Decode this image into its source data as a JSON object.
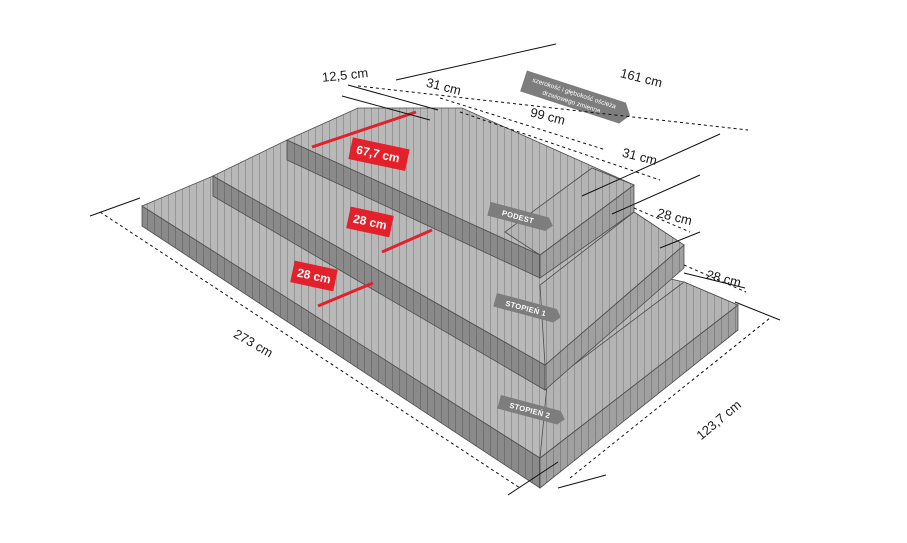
{
  "colors": {
    "top": "#b7b7b7",
    "side_left": "#858585",
    "side_right": "#9c9c9c",
    "side_dark": "#5c5c5c",
    "brick_line": "#6f6f6f",
    "accent": "#e4212b",
    "tag_bg": "#7d7d7d"
  },
  "dimensions": {
    "top_depth": "12,5 cm",
    "top_step": "31 cm",
    "total_width": "161 cm",
    "inner_width": "99 cm",
    "right_step": "31 cm",
    "step1_depth": "28 cm",
    "step2_depth": "28 cm",
    "total_length": "273 cm",
    "side_length": "123,7 cm"
  },
  "red_labels": {
    "podest_width": "67,7 cm",
    "step1_width": "28 cm",
    "step2_width": "28 cm"
  },
  "tags": {
    "podest": "PODEST",
    "step1": "STOPIEŃ 1",
    "step2": "STOPIEŃ 2"
  },
  "note": {
    "line1": "szerokość i głębokość ościeża",
    "line2": "drzwiowego zmienna"
  }
}
